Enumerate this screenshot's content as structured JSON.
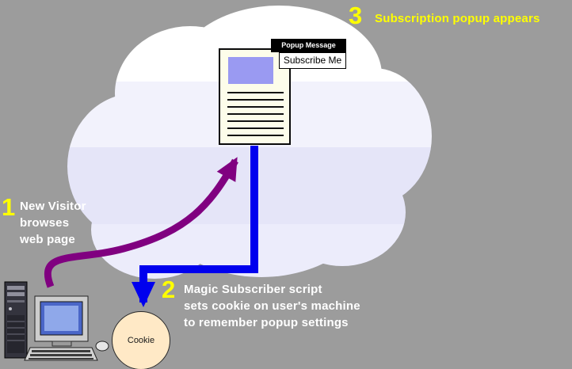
{
  "steps": [
    {
      "number": "1",
      "text": "New Visitor\nbrowses\nweb page"
    },
    {
      "number": "2",
      "text": "Magic Subscriber script\nsets cookie on user's machine\nto remember popup settings"
    },
    {
      "number": "3",
      "text": "Subscription popup appears"
    }
  ],
  "popup": {
    "title": "Popup Message",
    "button_label": "Subscribe Me"
  },
  "cookie": {
    "label": "Cookie"
  },
  "colors": {
    "background": "#9c9c9c",
    "step_number_yellow": "#ffff00",
    "step_text_white": "#ffffff",
    "purple_arrow": "#800080",
    "blue_arrow": "#0000ee",
    "cloud_white": "#ffffff",
    "cloud_lavender": "#e5e5f8",
    "cookie_fill": "#ffe9c6",
    "document_header": "#9a9af2",
    "popup_title_bg": "#000000",
    "monitor_screen": "#4a66c8"
  },
  "icons": {
    "cloud": "cloud-shape",
    "document": "webpage-document",
    "computer": "computer-icon",
    "cookie": "cookie-circle",
    "purple_arrow": "browse-arrow",
    "blue_arrow": "cookie-arrow"
  }
}
